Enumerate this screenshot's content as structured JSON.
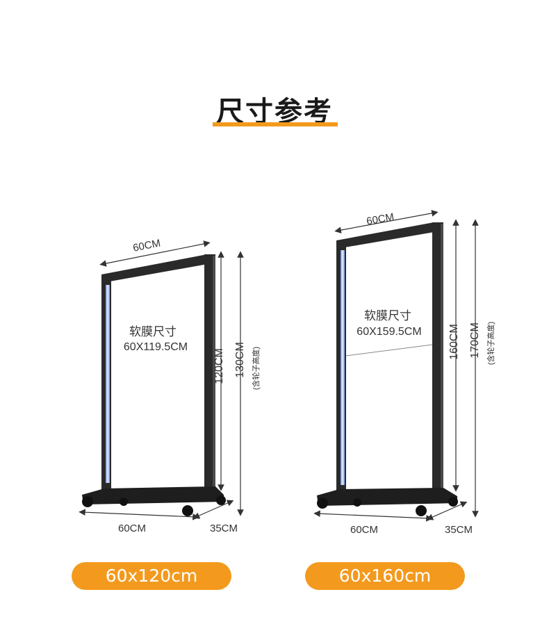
{
  "heading": "尺寸参考",
  "colors": {
    "accent": "#f39a1e",
    "frame": "#2a2a2a",
    "led": "#a8c8ff",
    "text": "#333333"
  },
  "stands": [
    {
      "top_width": "60CM",
      "film_title": "软膜尺寸",
      "film_size": "60X119.5CM",
      "frame_height": "120CM",
      "total_height": "130CM",
      "total_note": "(含轮子高度)",
      "base_width": "60CM",
      "base_depth": "35CM",
      "size_label": "60x120cm"
    },
    {
      "top_width": "60CM",
      "film_title": "软膜尺寸",
      "film_size": "60X159.5CM",
      "frame_height": "160CM",
      "total_height": "170CM",
      "total_note": "(含轮子高度)",
      "base_width": "60CM",
      "base_depth": "35CM",
      "size_label": "60x160cm"
    }
  ]
}
